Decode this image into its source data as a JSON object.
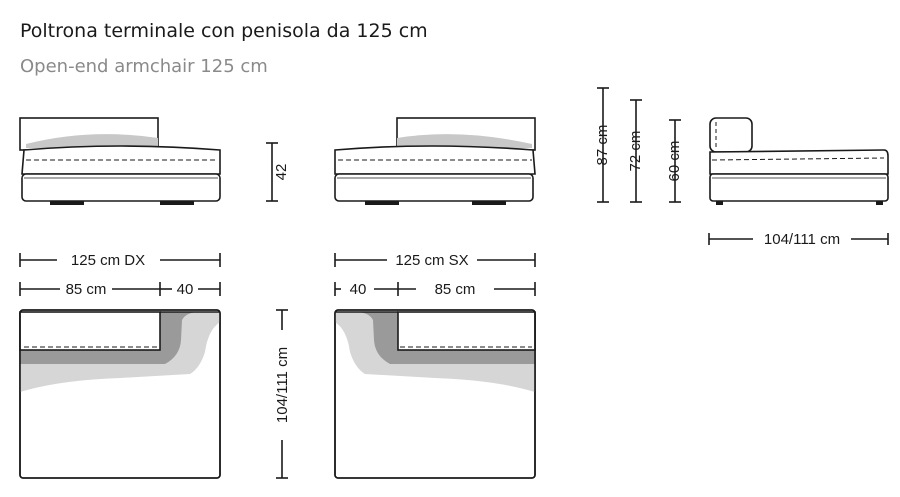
{
  "title": "Poltrona terminale con penisola da 125 cm",
  "subtitle": "Open-end armchair 125 cm",
  "dimensions": {
    "seat_height": "42",
    "total_height": "87 cm",
    "back_height": "72 cm",
    "arm_height": "60 cm",
    "depth_side": "104/111 cm",
    "width_dx": "125 cm DX",
    "width_sx": "125 cm SX",
    "seat_dx": "85 cm",
    "chaise_dx": "40",
    "chaise_sx": "40",
    "seat_sx": "85 cm",
    "depth_plan": "104/111 cm"
  }
}
